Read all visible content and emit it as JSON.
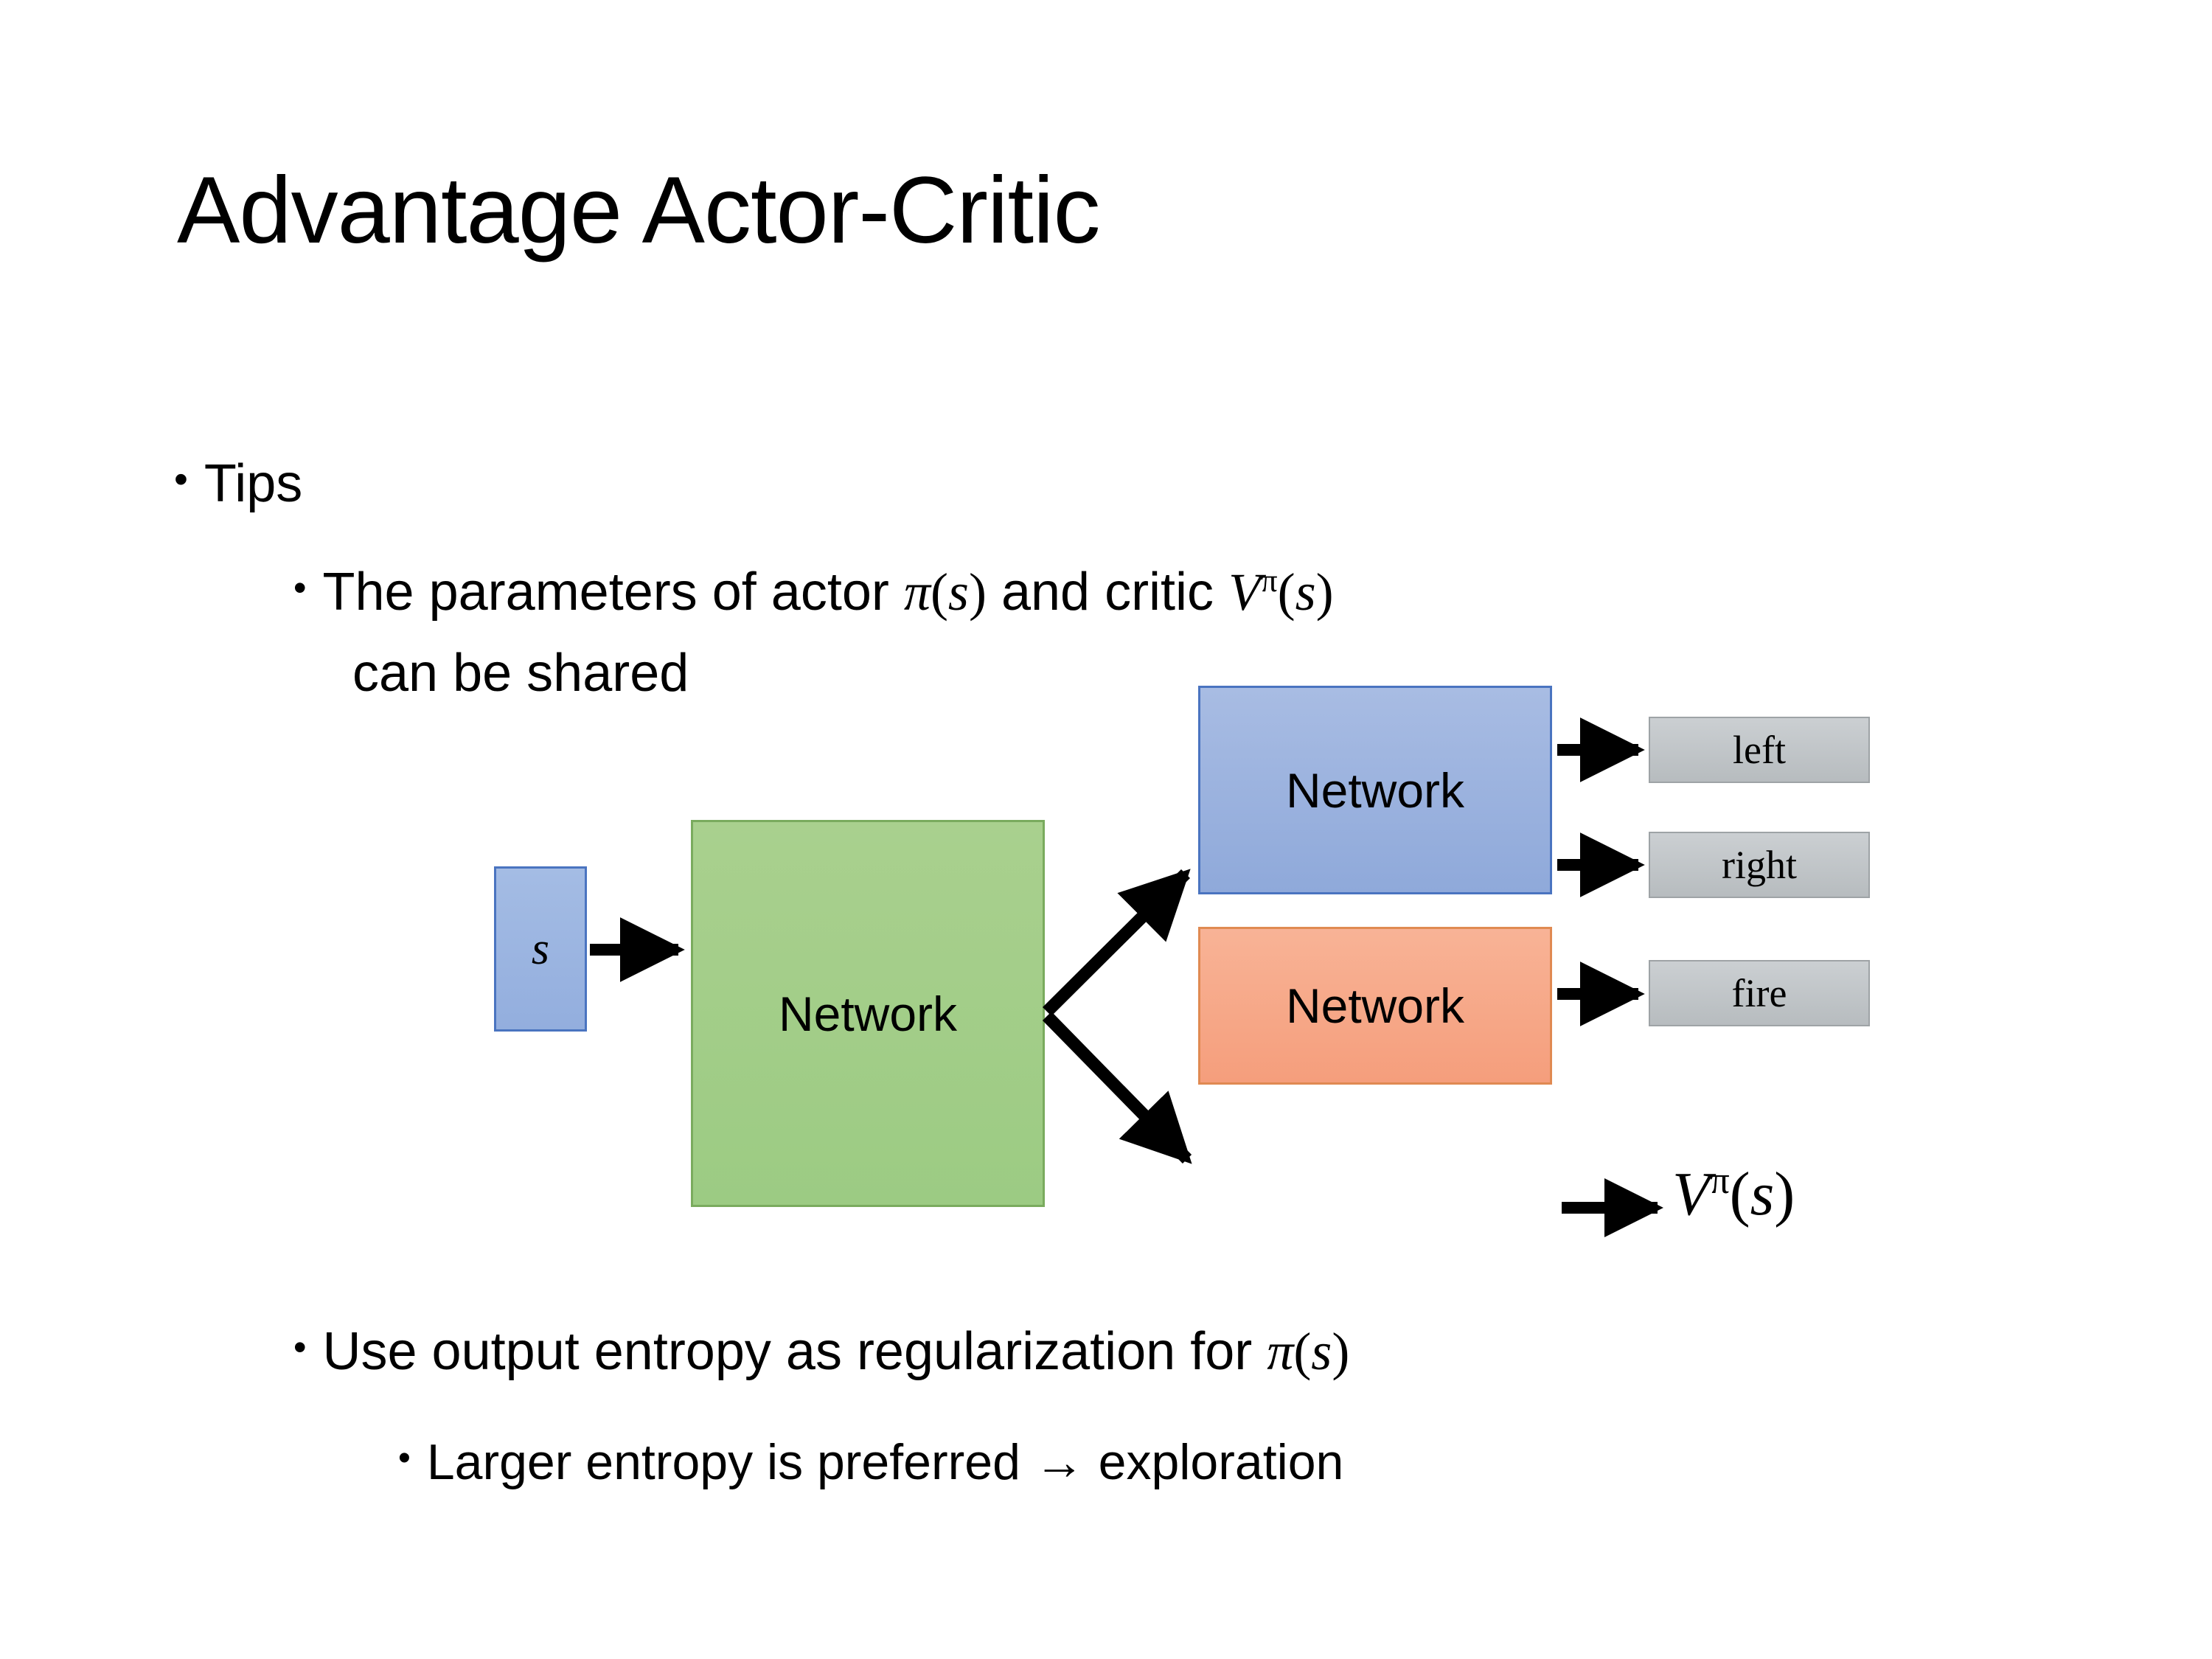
{
  "slide": {
    "title": "Advantage Actor-Critic"
  },
  "bullets": {
    "tips": "Tips",
    "params_prefix": "The parameters of actor ",
    "params_actor_math": "π(s)",
    "params_middle": "  and critic ",
    "params_critic_math": "Vπ(s)",
    "params_line2": "can be shared",
    "entropy_prefix": "Use output entropy as regularization for ",
    "entropy_math": "π(s)",
    "larger": "Larger entropy is preferred → exploration",
    "dot": "•"
  },
  "diagram": {
    "state_label": "s",
    "shared_network_label": "Network",
    "actor_network_label": "Network",
    "critic_network_label": "Network",
    "outputs": [
      {
        "label": "left"
      },
      {
        "label": "right"
      },
      {
        "label": "fire"
      }
    ],
    "critic_output_base": "V",
    "critic_output_sup": "π",
    "critic_output_arg": "(s)",
    "colors": {
      "state_fill": "#95aede",
      "state_border": "#4a74c0",
      "shared_fill": "#a0cd84",
      "shared_border": "#7aab5e",
      "actor_fill": "#93aede",
      "actor_border": "#4a74c0",
      "critic_fill": "#f7a88a",
      "critic_border": "#e08a52",
      "output_fill": "#c1c6c9",
      "output_border": "#9ea3a6",
      "arrow": "#000000",
      "text": "#000000",
      "background": "#ffffff"
    }
  }
}
